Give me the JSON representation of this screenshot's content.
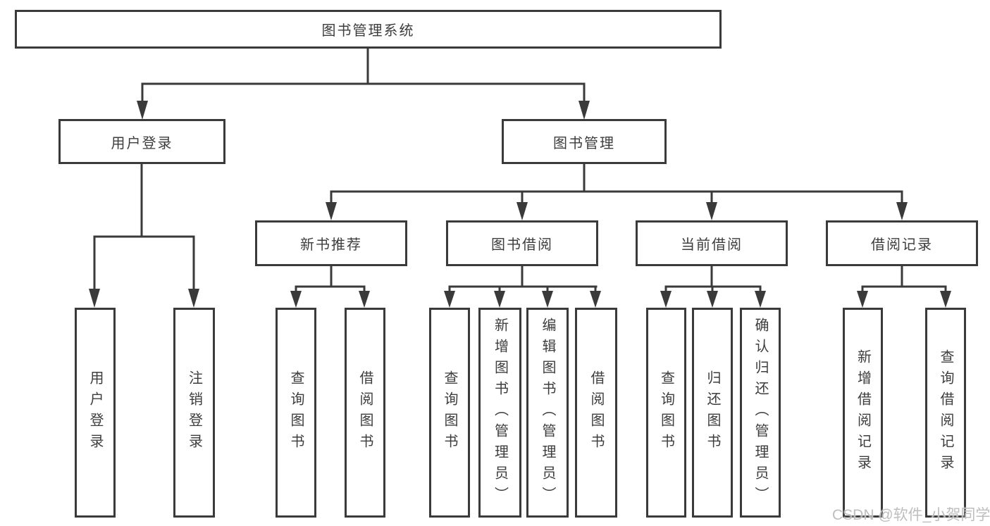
{
  "tree": {
    "label": "图书管理系统",
    "children": [
      {
        "label": "用户登录",
        "children": [
          {
            "label": "用户登录"
          },
          {
            "label": "注销登录"
          }
        ]
      },
      {
        "label": "图书管理",
        "children": [
          {
            "label": "新书推荐",
            "children": [
              {
                "label": "查询图书"
              },
              {
                "label": "借阅图书"
              }
            ]
          },
          {
            "label": "图书借阅",
            "children": [
              {
                "label": "查询图书"
              },
              {
                "label": "新增图书（管理员）"
              },
              {
                "label": "编辑图书（管理员）"
              },
              {
                "label": "借阅图书"
              }
            ]
          },
          {
            "label": "当前借阅",
            "children": [
              {
                "label": "查询图书"
              },
              {
                "label": "归还图书"
              },
              {
                "label": "确认归还（管理员）"
              }
            ]
          },
          {
            "label": "借阅记录",
            "children": [
              {
                "label": "新增借阅记录"
              },
              {
                "label": "查询借阅记录"
              }
            ]
          }
        ]
      }
    ]
  },
  "watermark": "CSDN @软件_小贺同学",
  "colors": {
    "line": "#3a3a3a",
    "text": "#3d3d3d",
    "watermark": "#bababa",
    "background": "#ffffff"
  }
}
